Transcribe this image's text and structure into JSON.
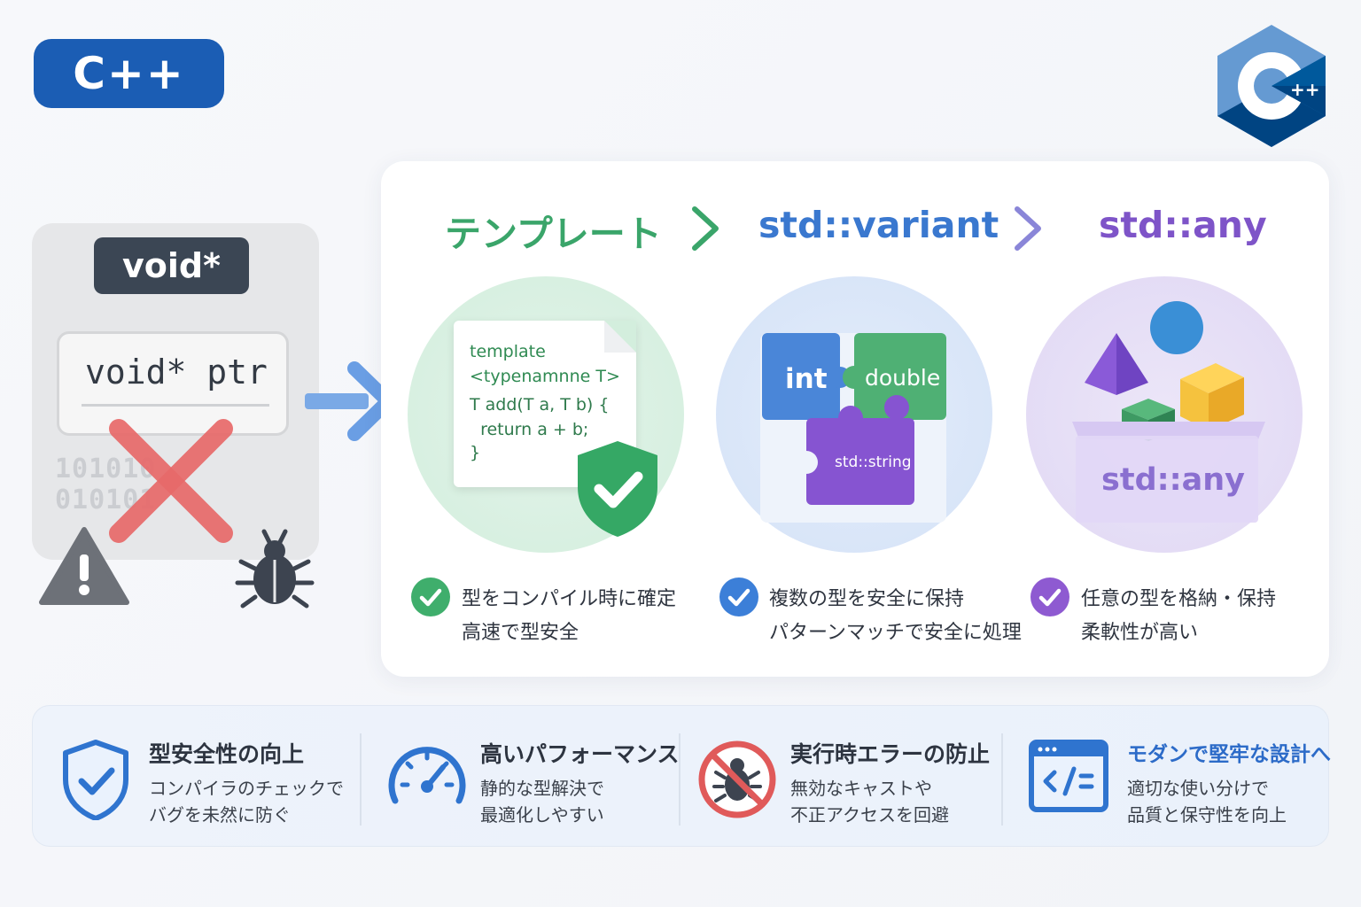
{
  "badge": {
    "label": "C++"
  },
  "legacy": {
    "type_label": "void*",
    "code": "void* ptr",
    "binary_1": "101010",
    "binary_2": "010101"
  },
  "steps": [
    {
      "title": "テンプレート",
      "color": "#3aa56a"
    },
    {
      "title": "std::variant",
      "color": "#3a78cf"
    },
    {
      "title": "std::any",
      "color": "#7e54c8"
    }
  ],
  "template_code": [
    "template",
    "<typenamnne T>",
    "T add(T a, T b) {",
    "  return a + b;",
    "}"
  ],
  "variant_pieces": {
    "int": "int",
    "double": "double",
    "string": "std::string"
  },
  "any_box": {
    "label": "std::any"
  },
  "features": {
    "template": [
      "型をコンパイル時に確定",
      "高速で型安全"
    ],
    "variant": [
      "複数の型を安全に保持",
      "パターンマッチで安全に処理"
    ],
    "any": [
      "任意の型を格納・保持",
      "柔軟性が高い"
    ]
  },
  "benefits": [
    {
      "title": "型安全性の向上",
      "lines": [
        "コンパイラのチェックで",
        "バグを未然に防ぐ"
      ],
      "icon": "shield-check-icon"
    },
    {
      "title": "高いパフォーマンス",
      "lines": [
        "静的な型解決で",
        "最適化しやすい"
      ],
      "icon": "speedometer-icon"
    },
    {
      "title": "実行時エラーの防止",
      "lines": [
        "無効なキャストや",
        "不正アクセスを回避"
      ],
      "icon": "no-bug-icon"
    },
    {
      "title": "モダンで堅牢な設計へ",
      "lines": [
        "適切な使い分けで",
        "品質と保守性を向上"
      ],
      "icon": "code-window-icon"
    }
  ]
}
